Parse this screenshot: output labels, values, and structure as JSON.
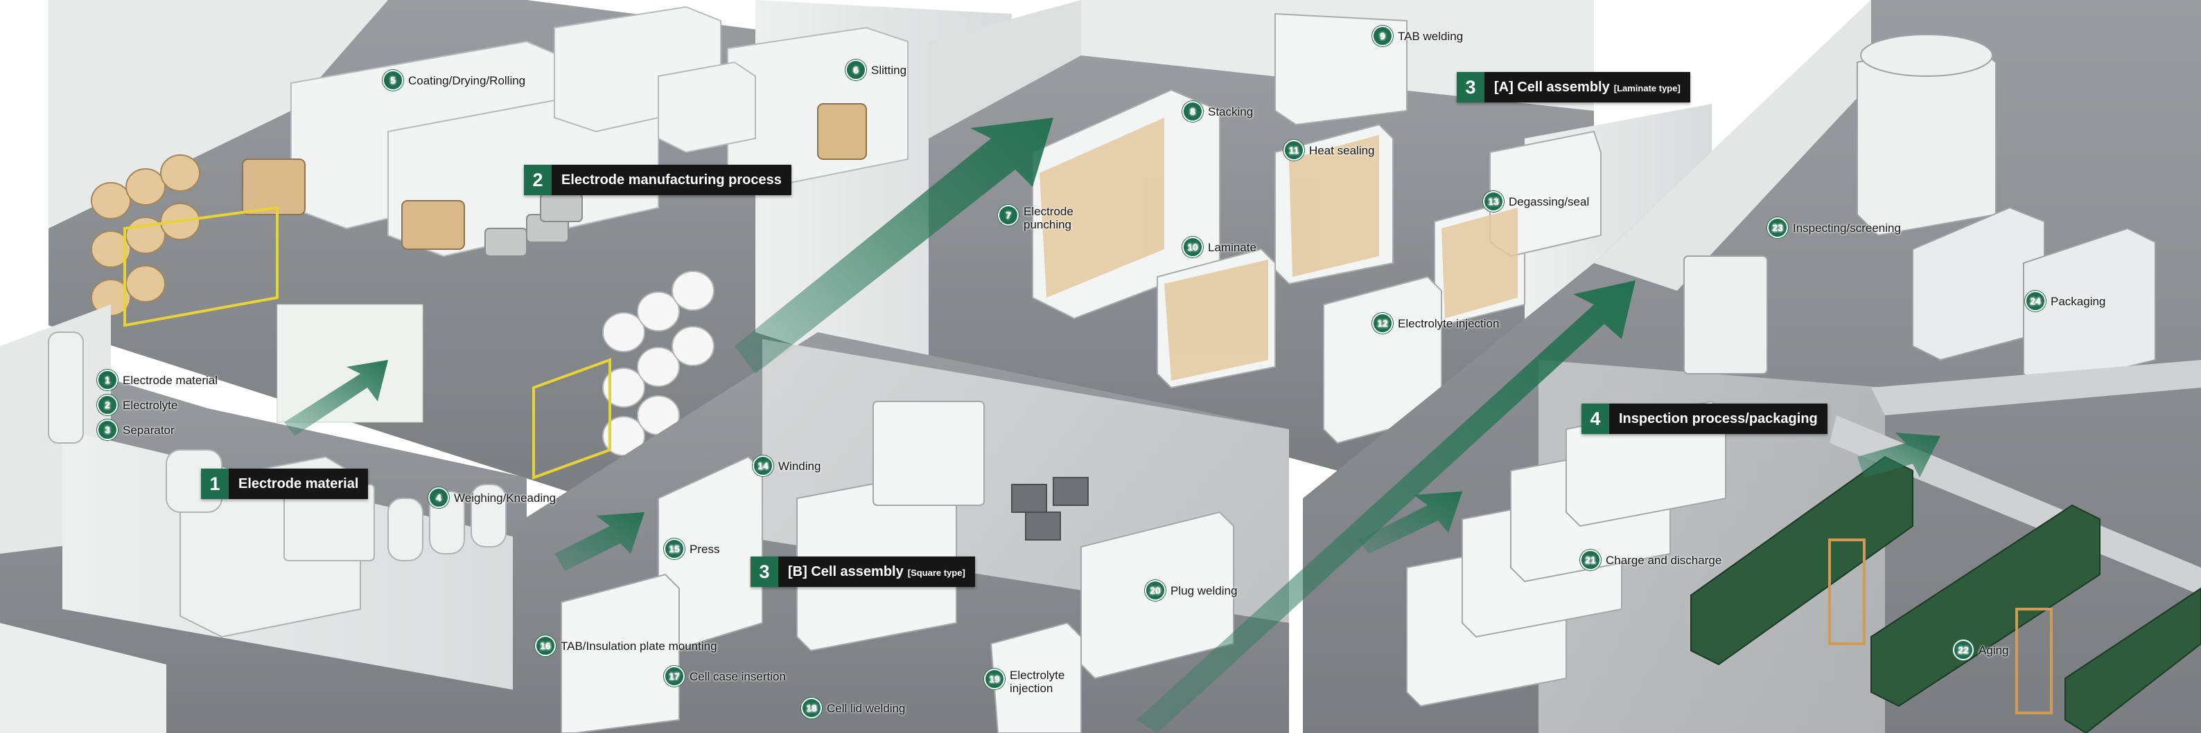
{
  "colors": {
    "accent": "#1e6e4e",
    "label_bg": "#161616",
    "floor": "#8a8d90",
    "wall": "#e4e6e6"
  },
  "sections": {
    "s1": {
      "num": "1",
      "label": "Electrode material"
    },
    "s2": {
      "num": "2",
      "label": "Electrode manufacturing process"
    },
    "s3a": {
      "num": "3",
      "label": "[A] Cell assembly",
      "sub": "[Laminate type]"
    },
    "s3b": {
      "num": "3",
      "label": "[B] Cell assembly",
      "sub": "[Square type]"
    },
    "s4": {
      "num": "4",
      "label": "Inspection process/packaging"
    }
  },
  "steps": [
    {
      "num": "1",
      "label": "Electrode material"
    },
    {
      "num": "2",
      "label": "Electrolyte"
    },
    {
      "num": "3",
      "label": "Separator"
    },
    {
      "num": "4",
      "label": "Weighing/Kneading"
    },
    {
      "num": "5",
      "label": "Coating/Drying/Rolling"
    },
    {
      "num": "6",
      "label": "Slitting"
    },
    {
      "num": "7",
      "label": "Electrode",
      "label2": "punching"
    },
    {
      "num": "8",
      "label": "Stacking"
    },
    {
      "num": "9",
      "label": "TAB welding"
    },
    {
      "num": "10",
      "label": "Laminate"
    },
    {
      "num": "11",
      "label": "Heat sealing"
    },
    {
      "num": "12",
      "label": "Electrolyte injection"
    },
    {
      "num": "13",
      "label": "Degassing/seal"
    },
    {
      "num": "14",
      "label": "Winding"
    },
    {
      "num": "15",
      "label": "Press"
    },
    {
      "num": "16",
      "label": "TAB/Insulation plate mounting"
    },
    {
      "num": "17",
      "label": "Cell case insertion"
    },
    {
      "num": "18",
      "label": "Cell lid welding"
    },
    {
      "num": "19",
      "label": "Electrolyte",
      "label2": "injection"
    },
    {
      "num": "20",
      "label": "Plug welding"
    },
    {
      "num": "21",
      "label": "Charge and discharge"
    },
    {
      "num": "22",
      "label": "Aging"
    },
    {
      "num": "23",
      "label": "Inspecting/screening"
    },
    {
      "num": "24",
      "label": "Packaging"
    }
  ]
}
